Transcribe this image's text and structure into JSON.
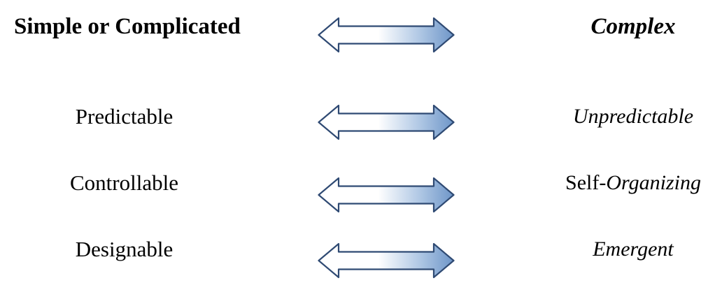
{
  "diagram": {
    "rows": [
      {
        "left": "Simple or Complicated",
        "right": "Complex"
      },
      {
        "left": "Predictable",
        "right": "Unpredictable"
      },
      {
        "left": "Controllable",
        "right_upright": "Self-",
        "right": "Organizing"
      },
      {
        "left": "Designable",
        "right": "Emergent"
      }
    ],
    "arrow": {
      "glyph": "left-right-arrow",
      "outline": "#2F4A73",
      "fill_left": "#FFFFFF",
      "fill_mid": "#AFC7E4",
      "fill_right": "#6E96C8"
    },
    "background": "#FFFFFF",
    "text_color": "#000000"
  }
}
